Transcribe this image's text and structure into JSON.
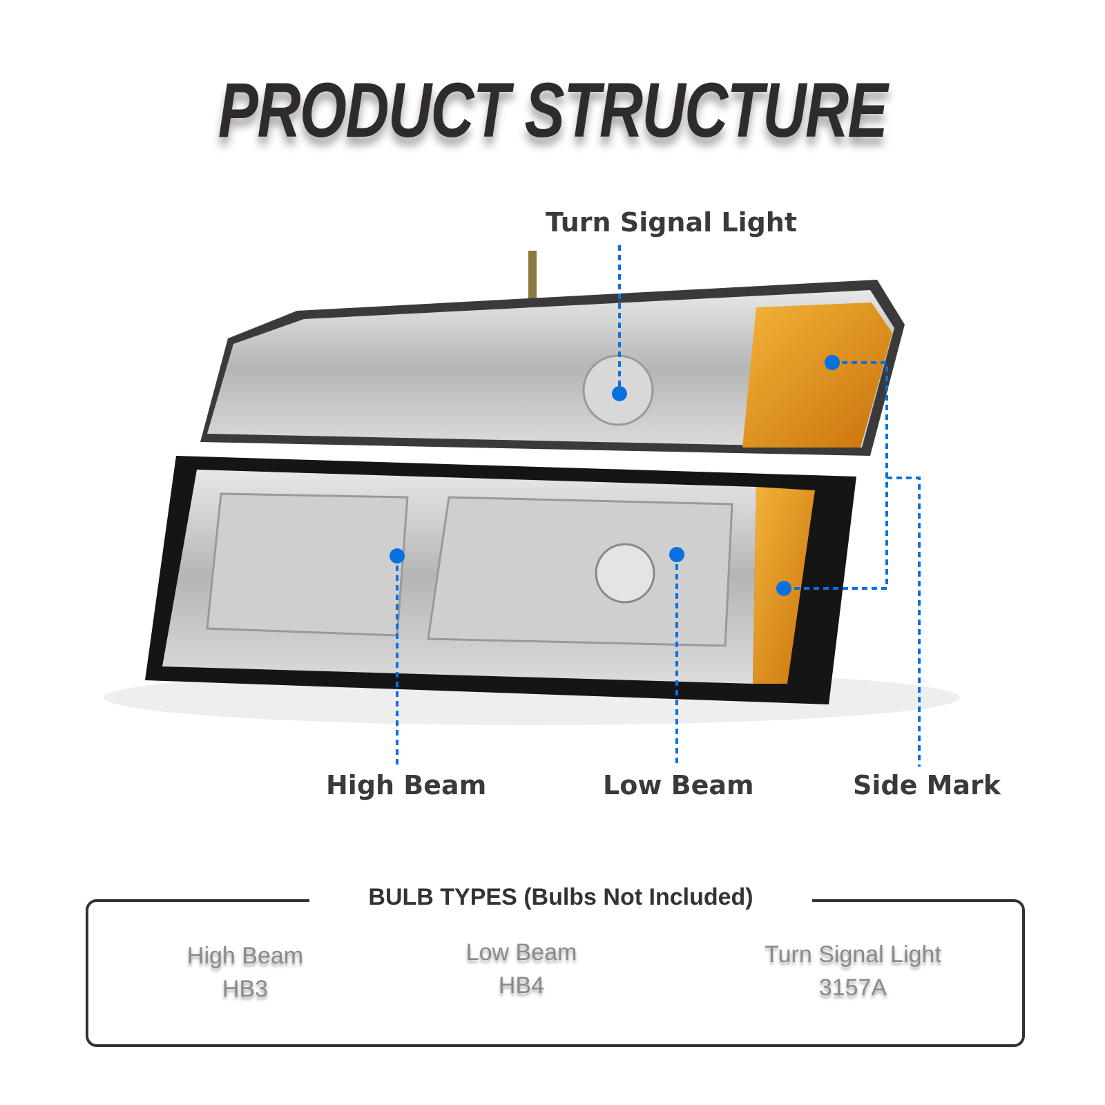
{
  "title": "PRODUCT STRUCTURE",
  "callouts": {
    "turn_signal": "Turn Signal Light",
    "high_beam": "High Beam",
    "low_beam": "Low Beam",
    "side_mark": "Side Mark"
  },
  "bulb_types": {
    "heading": "BULB TYPES (Bulbs Not Included)",
    "items": [
      {
        "name": "High Beam",
        "type": "HB3"
      },
      {
        "name": "Low Beam",
        "type": "HB4"
      },
      {
        "name": "Turn Signal Light",
        "type": "3157A"
      }
    ]
  },
  "colors": {
    "accent": "#0a6fe0",
    "amber": "#e0960f",
    "text": "#3a3a3a"
  }
}
